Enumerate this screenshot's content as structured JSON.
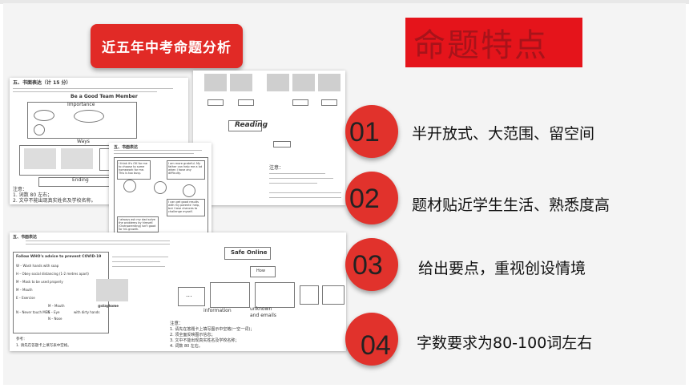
{
  "banner": {
    "label": "近五年中考命题分析"
  },
  "section_title": "命题特点",
  "features": [
    {
      "num": "01",
      "text": "半开放式、大范围、留空间"
    },
    {
      "num": "02",
      "text": "题材贴近学生生活、熟悉度高"
    },
    {
      "num": "03",
      "text": "给出要点，重视创设情境"
    },
    {
      "num": "04",
      "text": "字数要求为80-100词左右"
    }
  ],
  "doc1": {
    "heading": "五、书面表达（计 15 分）",
    "title": "Be a Good Team Member",
    "labels": [
      "Importance",
      "Ways",
      "Ending"
    ],
    "dots": "...",
    "notes_label": "注意：",
    "notes": [
      "1. 词数 80 左右；",
      "2. 文中不能出现真实姓名及学校名称。"
    ]
  },
  "doc2": {
    "heading": "五、书面表达",
    "speech": [
      "I think it's OK for me to choose to some homework for me. This is too busy.",
      "I am more grateful. My father can help me a lot when I have any difficulty.",
      "I can get good results with my parents' help, but I lose chances to challenge myself.",
      "I always ask my dad solve the problems by himself. (Overparenting) isn't good for his growth."
    ]
  },
  "doc3": {
    "label_reading": "Reading",
    "note_label": "注意："
  },
  "doc4": {
    "heading": "五、书面表达",
    "table_title": "Follow WHO's advice to prevent COVID-19",
    "rows": [
      "W – Wash hands with soap",
      "H – Obey social distancing (1-2 metres apart)",
      "M – Mask to be used properly",
      "M – Mouth",
      "E – Exercise",
      "N – Never touch MEN"
    ],
    "men": [
      "M – Mouth",
      "E – Eye",
      "N – Nose"
    ],
    "tail": "with dirty hands",
    "hashtag": "@stayhome",
    "chat_title": "Safe Online",
    "node_how": "How",
    "node_info": "information",
    "node_unknown": "unknown and emails",
    "notes_label": "注意：",
    "notes": [
      "1. 请先在答题卡上填写图示中空格(一空一词)；",
      "2. 须全面反映图示信息；",
      "3. 文中不能出现真实姓名及学校名称；",
      "4. 词数 80 左右。"
    ],
    "bottom": "参考：",
    "bottom2": "1. 请先在答题卡上填写表中空格。"
  }
}
